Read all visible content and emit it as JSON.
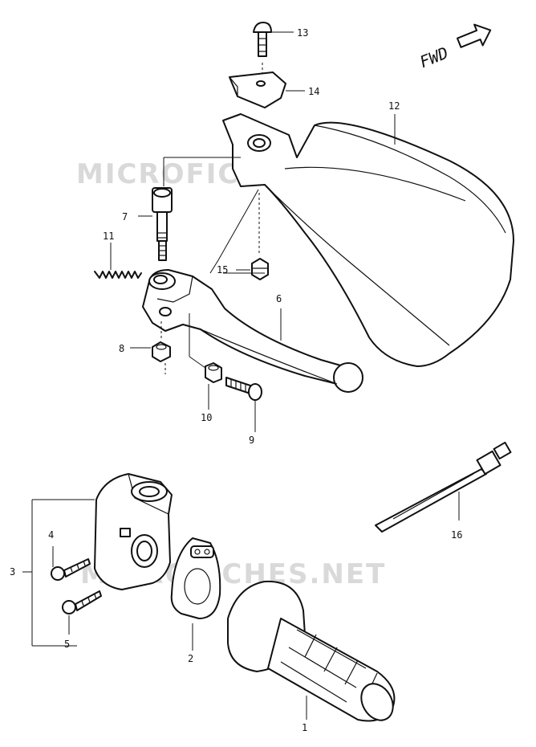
{
  "watermarks": [
    "MICROFICHES.NET",
    "MICROFICHES.NET"
  ],
  "direction_label": "FWD",
  "parts": [
    {
      "num": "1"
    },
    {
      "num": "2"
    },
    {
      "num": "3"
    },
    {
      "num": "4"
    },
    {
      "num": "5"
    },
    {
      "num": "6"
    },
    {
      "num": "7"
    },
    {
      "num": "8"
    },
    {
      "num": "9"
    },
    {
      "num": "10"
    },
    {
      "num": "11"
    },
    {
      "num": "12"
    },
    {
      "num": "13"
    },
    {
      "num": "14"
    },
    {
      "num": "15"
    },
    {
      "num": "16"
    }
  ]
}
